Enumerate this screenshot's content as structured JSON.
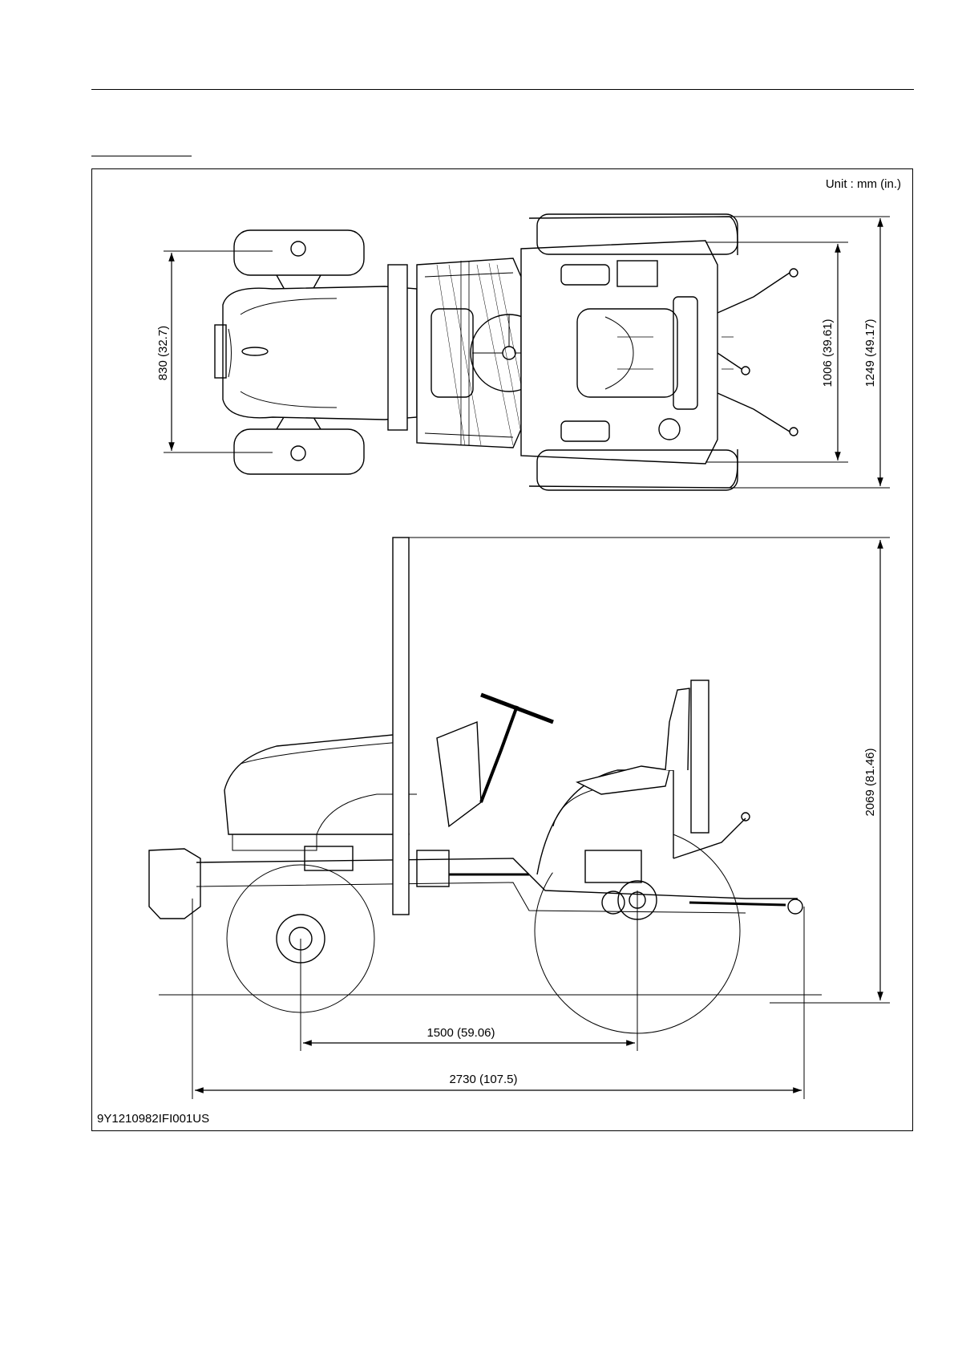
{
  "figure": {
    "unit_label": "Unit : mm (in.)",
    "figure_id": "9Y1210982IFI001US"
  },
  "dimensions": {
    "front_track": "830 (32.7)",
    "rear_track": "1006 (39.61)",
    "overall_width": "1249 (49.17)",
    "overall_height": "2069 (81.46)",
    "wheelbase": "1500 (59.06)",
    "overall_length": "2730 (107.5)"
  }
}
